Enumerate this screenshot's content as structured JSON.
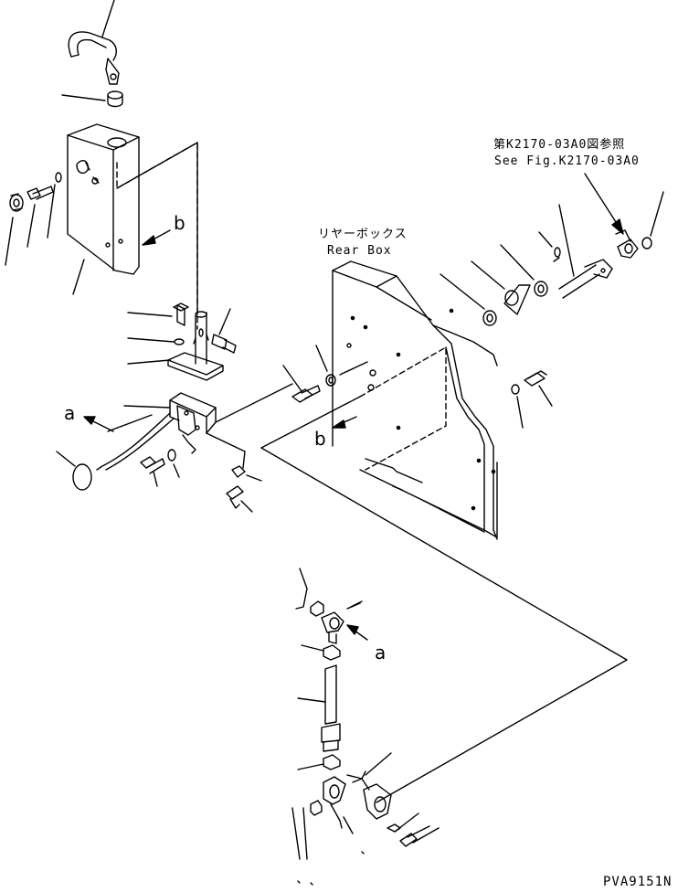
{
  "reference": {
    "ja": "第K2170-03A0図参照",
    "en": "See Fig.K2170-03A0"
  },
  "rear_box": {
    "ja": "リヤーボックス",
    "en": "Rear Box"
  },
  "markers": {
    "a_left": "a",
    "a_lower": "a",
    "b_upper": "b",
    "b_center": "b"
  },
  "figure_code": "PVA9151N"
}
